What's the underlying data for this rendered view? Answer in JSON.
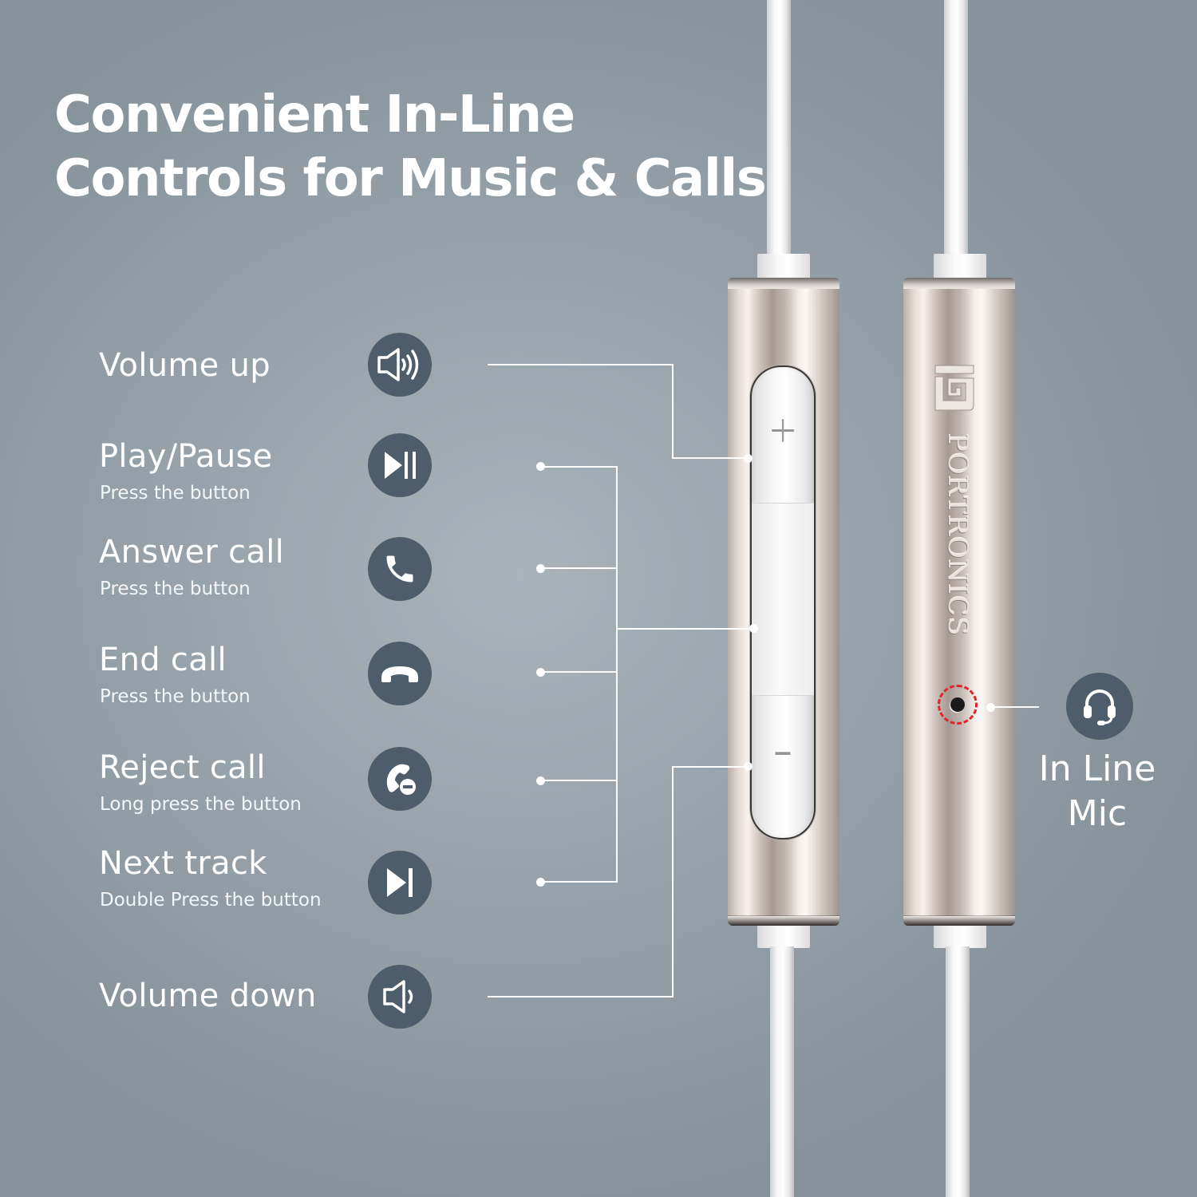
{
  "title": {
    "line1": "Convenient In-Line",
    "line2": "Controls for Music & Calls"
  },
  "features": [
    {
      "label": "Volume up",
      "sub": "",
      "icon": "volume-up-icon"
    },
    {
      "label": "Play/Pause",
      "sub": "Press the button",
      "icon": "play-pause-icon"
    },
    {
      "label": "Answer call",
      "sub": "Press the button",
      "icon": "phone-answer-icon"
    },
    {
      "label": "End call",
      "sub": "Press the button",
      "icon": "phone-hangup-icon"
    },
    {
      "label": "Reject call",
      "sub": "Long press the button",
      "icon": "phone-reject-icon"
    },
    {
      "label": "Next track",
      "sub": "Double Press the button",
      "icon": "next-track-icon"
    },
    {
      "label": "Volume down",
      "sub": "",
      "icon": "volume-down-icon"
    }
  ],
  "controller": {
    "plus_symbol": "+",
    "minus_symbol": "−"
  },
  "brand": {
    "name": "PORTRONICS"
  },
  "mic": {
    "label_line1": "In Line",
    "label_line2": "Mic",
    "icon": "headset-mic-icon",
    "highlight_color": "#e0262b"
  },
  "colors": {
    "background": "#98a3ab",
    "icon_circle": "#4d5d6b",
    "text": "#ffffff"
  }
}
